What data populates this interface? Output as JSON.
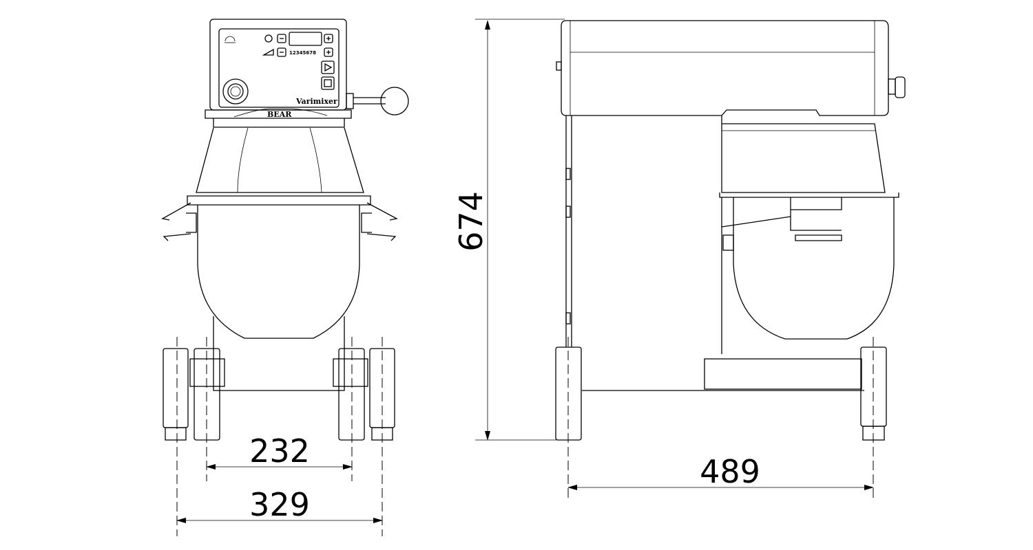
{
  "drawing": {
    "panel_brand_label": "Varimixer",
    "front_brand_label": "BEAR",
    "speed_scale": "12345678",
    "dimensions": {
      "height": "674",
      "inner_leg_spacing": "232",
      "outer_leg_spacing": "329",
      "depth": "489"
    },
    "icons": [
      "timer-icon",
      "minus-button-icon",
      "plus-button-icon",
      "speed-ramp-icon",
      "play-button-icon",
      "stop-button-icon",
      "emergency-stop-knob-icon",
      "bowl-lift-lever"
    ]
  }
}
